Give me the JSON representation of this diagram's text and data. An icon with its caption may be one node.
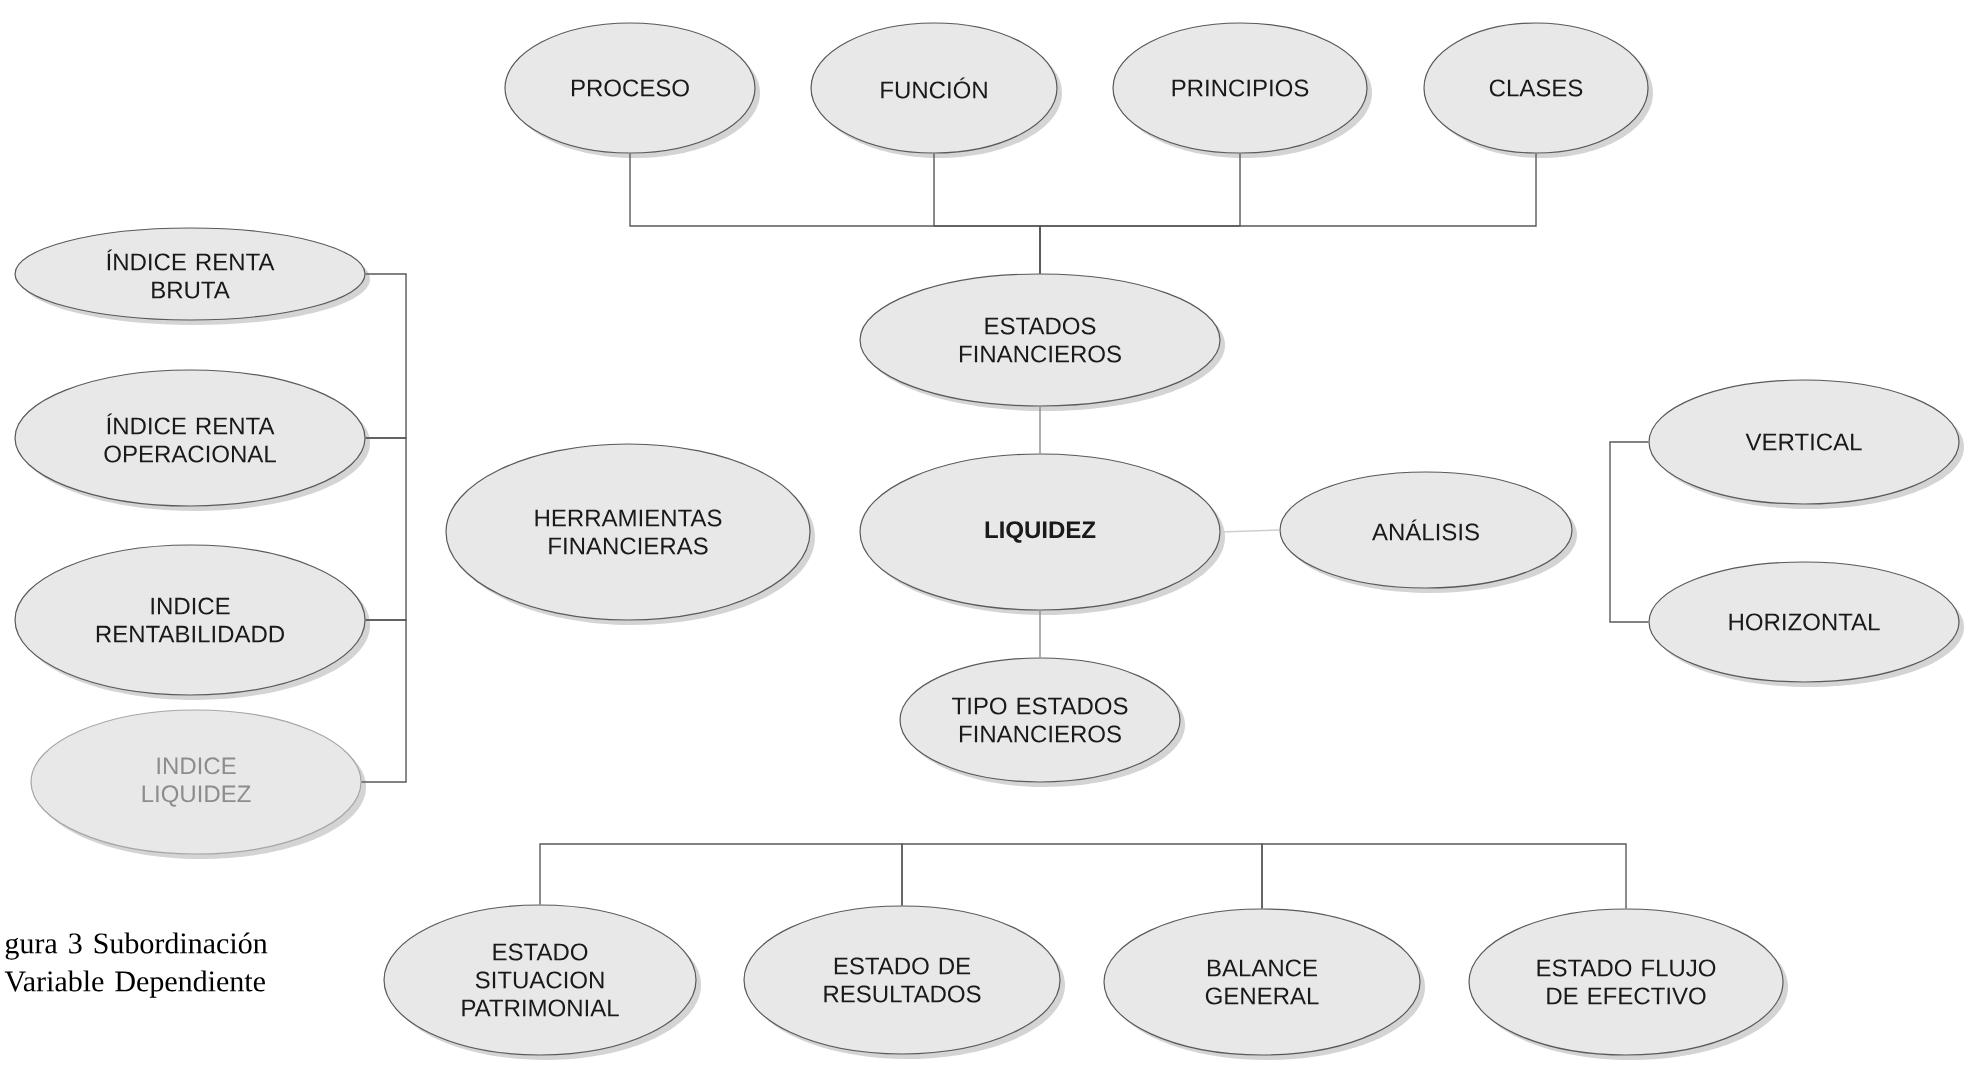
{
  "diagram": {
    "caption": "gura 3 Subordinación Variable Dependiente",
    "nodes": [
      {
        "text": [
          "PROCESO"
        ]
      },
      {
        "text": [
          "FUNCIÓN"
        ]
      },
      {
        "text": [
          "PRINCIPIOS"
        ]
      },
      {
        "text": [
          "CLASES"
        ]
      },
      {
        "text": [
          "ESTADOS FINANCIEROS"
        ]
      },
      {
        "text": [
          "LIQUIDEZ"
        ]
      },
      {
        "text": [
          "HERRAMIENTAS FINANCIERAS"
        ]
      },
      {
        "text": [
          "TIPO ESTADOS FINANCIEROS"
        ]
      },
      {
        "text": [
          "ANÁLISIS"
        ]
      },
      {
        "text": [
          "VERTICAL"
        ]
      },
      {
        "text": [
          "HORIZONTAL"
        ]
      },
      {
        "text": [
          "ÍNDICE RENTA BRUTA"
        ]
      },
      {
        "text": [
          "ÍNDICE RENTA OPERACIONAL"
        ]
      },
      {
        "text": [
          "INDICE RENTABILIDADD"
        ]
      },
      {
        "text": [
          "INDICE LIQUIDEZ"
        ]
      },
      {
        "text": [
          "ESTADO SITUACION PATRIMONIAL"
        ]
      },
      {
        "text": [
          "ESTADO DE RESULTADOS"
        ]
      },
      {
        "text": [
          "BALANCE GENERAL"
        ]
      },
      {
        "text": [
          "ESTADO FLUJO DE EFECTIVO"
        ]
      }
    ],
    "edges": [
      {
        "from": 0,
        "to": 4,
        "arrow": "none"
      },
      {
        "from": 1,
        "to": 4,
        "arrow": "none"
      },
      {
        "from": 2,
        "to": 4,
        "arrow": "none"
      },
      {
        "from": 3,
        "to": 4,
        "arrow": "none"
      },
      {
        "from": 4,
        "to": 5,
        "arrow": "none",
        "color": "#8c8c8c"
      },
      {
        "from": 5,
        "to": 7,
        "arrow": "none",
        "color": "#8c8c8c"
      },
      {
        "from": 5,
        "to": 8,
        "arrow": "none",
        "color": "#cfcfcf"
      },
      {
        "from": 9,
        "to": 10,
        "arrow": "none"
      },
      {
        "from": 11,
        "to": 12,
        "arrow": "none"
      },
      {
        "from": 12,
        "to": 13,
        "arrow": "none"
      },
      {
        "from": 13,
        "to": 14,
        "arrow": "none"
      },
      {
        "from": 15,
        "to": 16,
        "arrow": "none"
      },
      {
        "from": 16,
        "to": 17,
        "arrow": "none"
      },
      {
        "from": 17,
        "to": 18,
        "arrow": "none"
      }
    ]
  }
}
